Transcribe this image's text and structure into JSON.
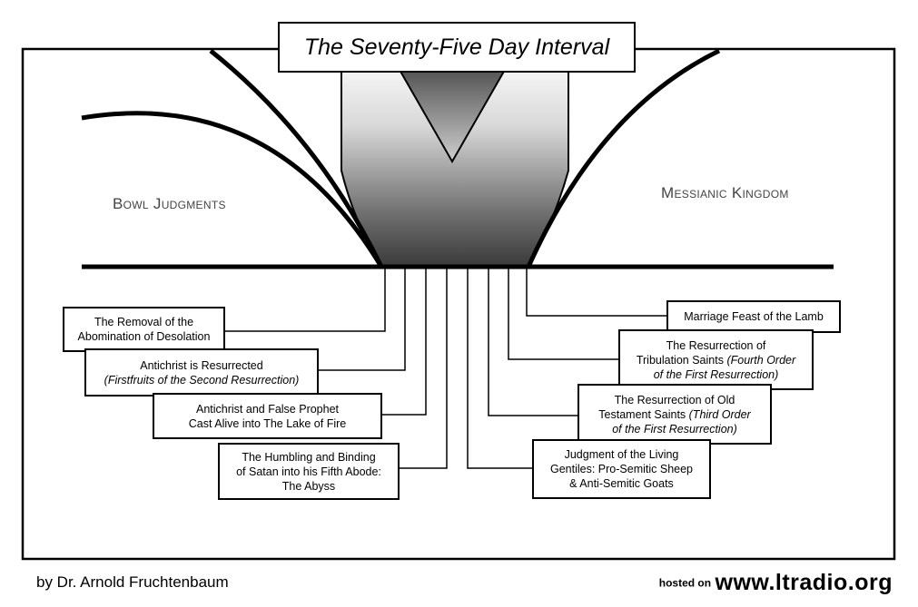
{
  "title": "The Seventy-Five Day Interval",
  "left_region": "Bowl Judgments",
  "right_region": "Messianic Kingdom",
  "left_events": [
    {
      "line1": "The Removal of the",
      "line2": "Abomination of Desolation",
      "line3": ""
    },
    {
      "line1": "Antichrist is Resurrected",
      "line2": "(Firstfruits of the Second Resurrection)",
      "line3": ""
    },
    {
      "line1": "Antichrist and False Prophet",
      "line2": "Cast Alive into The Lake of Fire",
      "line3": ""
    },
    {
      "line1": "The Humbling and Binding",
      "line2": "of Satan into his Fifth Abode:",
      "line3": "The Abyss"
    }
  ],
  "right_events": [
    {
      "line1": "Marriage Feast of the Lamb",
      "line2": "",
      "line3": "",
      "italic": ""
    },
    {
      "line1": "The Resurrection of",
      "line2": "Tribulation Saints ",
      "italic": "(Fourth Order",
      "line3": "of the First Resurrection)"
    },
    {
      "line1": "The Resurrection of Old",
      "line2": "Testament Saints ",
      "italic": "(Third Order",
      "line3": "of the First Resurrection)"
    },
    {
      "line1": "Judgment of the Living",
      "line2": "Gentiles: Pro-Semitic Sheep",
      "line3": "& Anti-Semitic Goats",
      "italic": ""
    }
  ],
  "credit": "by Dr. Arnold Fruchtenbaum",
  "hosted_prefix": "hosted on",
  "hosted_url": "www.ltradio.org"
}
